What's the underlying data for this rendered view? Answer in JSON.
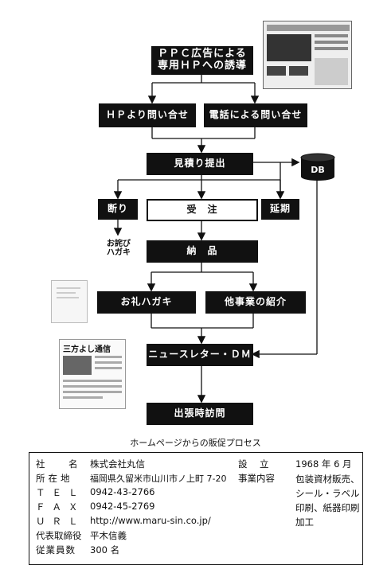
{
  "flow": {
    "n_ppc": "ＰＰＣ広告による\n専用ＨＰへの誘導",
    "n_hp_inquiry": "ＨＰより問い合せ",
    "n_tel_inquiry": "電話による問い合せ",
    "n_estimate": "見積り提出",
    "n_db": "DB",
    "n_decline": "断り",
    "n_order": "受　注",
    "n_postpone": "延期",
    "n_apology_card": "お詫び\nハガキ",
    "n_delivery": "納　品",
    "n_thanks_card": "お礼ハガキ",
    "n_other_business": "他事業の紹介",
    "n_newsletter": "ニュースレター・ＤＭ",
    "n_visit": "出張時訪問"
  },
  "caption": "ホームページからの販促プロセス",
  "newsletter_thumb_title": "三方よし通信",
  "company": {
    "name_label": "社　名",
    "name": "株式会社丸信",
    "address_label": "所在地",
    "address": "福岡県久留米市山川市ノ上町 7-20",
    "tel_label": "ＴＥＬ",
    "tel": "0942-43-2766",
    "fax_label": "ＦＡＸ",
    "fax": "0942-45-2769",
    "url_label": "ＵＲＬ",
    "url": "http://www.maru-sin.co.jp/",
    "ceo_label": "代表取締役",
    "ceo": "平木信義",
    "employees_label": "従業員数",
    "employees": "300 名",
    "founded_label": "設　立",
    "founded": "1968 年 6 月",
    "business_label": "事業内容",
    "business": "包装資材販売、\nシール・ラベル\n印刷、紙器印刷\n加工"
  }
}
